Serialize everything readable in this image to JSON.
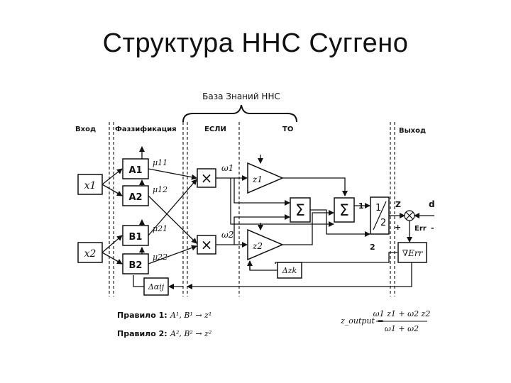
{
  "title": "Структура ННС Суггено",
  "kb_label": "База Знаний ННС",
  "columns": {
    "input": "Вход",
    "fuzz": "Фаззификация",
    "if": "ЕСЛИ",
    "then": "ТО",
    "output": "Выход"
  },
  "inputs": {
    "x1": "x1",
    "x2": "x2"
  },
  "fuzzy_sets": [
    "A1",
    "A2",
    "B1",
    "B2"
  ],
  "memberships": [
    "μ11",
    "μ12",
    "μ21",
    "μ22"
  ],
  "weights": [
    "ω1",
    "ω2"
  ],
  "consequents": [
    "z1",
    "z2"
  ],
  "sum_symbol": "Σ",
  "product_symbol": "×",
  "divider": {
    "num": "1",
    "den": "2"
  },
  "divider_inputs": {
    "top": "1",
    "bottom": "2"
  },
  "output_labels": {
    "z": "Z",
    "d": "d",
    "plus": "+",
    "err": "Err",
    "minus": "-"
  },
  "gradient_label": "∇Err",
  "delta_z": "Δzk",
  "delta_alpha": "Δαij",
  "rules": [
    {
      "label": "Правило 1:",
      "expr": "A¹, B¹ → z¹"
    },
    {
      "label": "Правило 2:",
      "expr": "A², B² → z²"
    }
  ],
  "formula": {
    "lhs": "z_output =",
    "num": "ω1 z1 + ω2 z2",
    "den": "ω1 + ω2"
  }
}
